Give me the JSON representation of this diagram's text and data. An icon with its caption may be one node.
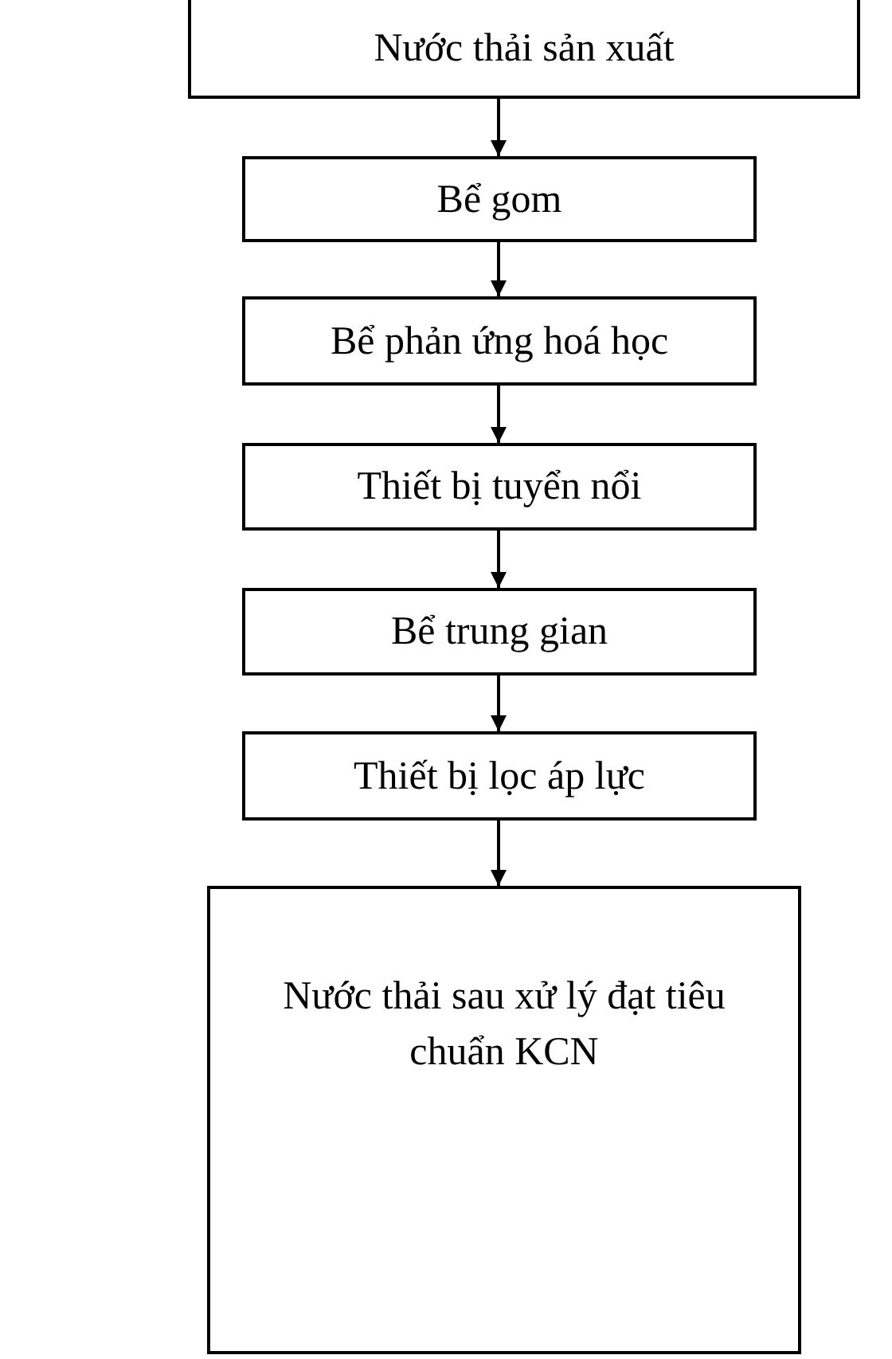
{
  "diagram": {
    "nodes": [
      {
        "text": [
          "Nước thải sản xuất"
        ]
      },
      {
        "text": [
          "Bể gom"
        ]
      },
      {
        "text": [
          "Bể phản ứng hoá học"
        ]
      },
      {
        "text": [
          "Thiết bị tuyển nổi"
        ]
      },
      {
        "text": [
          "Bể trung gian"
        ]
      },
      {
        "text": [
          "Thiết bị lọc áp lực"
        ]
      },
      {
        "text": [
          "Nước thải sau xử lý đạt tiêu chuẩn KCN"
        ]
      }
    ],
    "edges": [
      {
        "from": 0,
        "to": 1,
        "arrow": "to"
      },
      {
        "from": 1,
        "to": 2,
        "arrow": "to"
      },
      {
        "from": 2,
        "to": 3,
        "arrow": "to"
      },
      {
        "from": 3,
        "to": 4,
        "arrow": "to"
      },
      {
        "from": 4,
        "to": 5,
        "arrow": "to"
      },
      {
        "from": 5,
        "to": 6,
        "arrow": "to"
      }
    ]
  }
}
